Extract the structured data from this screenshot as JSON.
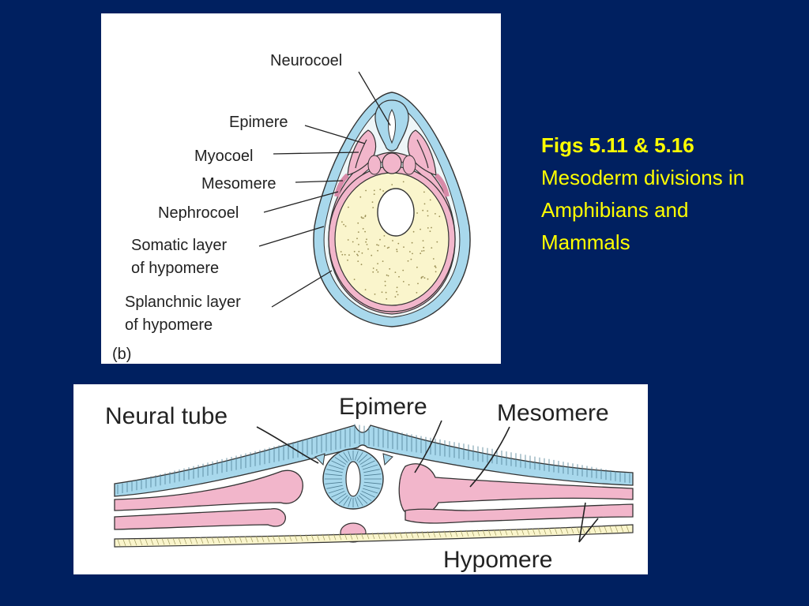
{
  "caption": {
    "title": "Figs 5.11 & 5.16",
    "subtitle": "Mesoderm divisions in Amphibians and Mammals"
  },
  "figure_top": {
    "panel_label": "(b)",
    "labels": {
      "neurocoel": "Neurocoel",
      "epimere": "Epimere",
      "myocoel": "Myocoel",
      "mesomere": "Mesomere",
      "nephrocoel": "Nephrocoel",
      "somatic_1": "Somatic layer",
      "somatic_2": "of hypomere",
      "splanchnic_1": "Splanchnic layer",
      "splanchnic_2": "of hypomere"
    }
  },
  "figure_bottom": {
    "labels": {
      "neural_tube": "Neural tube",
      "epimere": "Epimere",
      "mesomere": "Mesomere",
      "hypomere": "Hypomere"
    }
  },
  "colors": {
    "background": "#002060",
    "caption_text": "#ffff00",
    "ectoderm_blue": "#a8d8ec",
    "mesoderm_pink": "#f2b6cb",
    "yolk_yellow": "#faf5cc",
    "outline": "#333333"
  }
}
